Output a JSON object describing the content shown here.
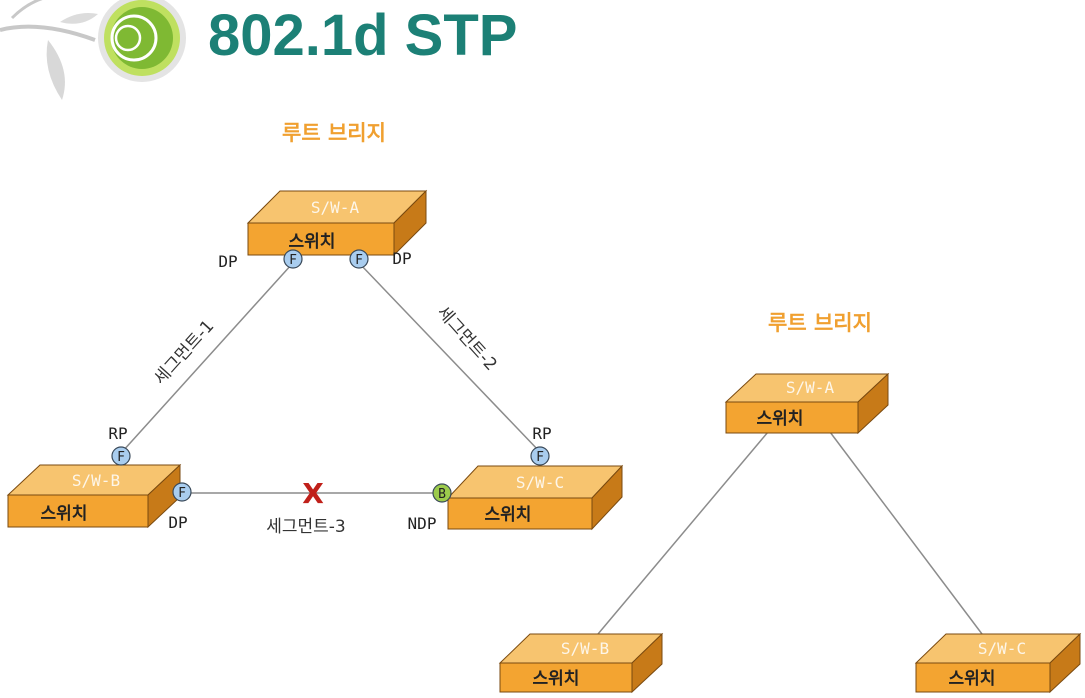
{
  "slide": {
    "title": "802.1d STP"
  },
  "left": {
    "root_label": "루트 브리지",
    "switches": {
      "a": {
        "name": "S/W-A",
        "label": "스위치"
      },
      "b": {
        "name": "S/W-B",
        "label": "스위치"
      },
      "c": {
        "name": "S/W-C",
        "label": "스위치"
      }
    },
    "ports": {
      "a_left": {
        "letter": "F",
        "role": "DP"
      },
      "a_right": {
        "letter": "F",
        "role": "DP"
      },
      "b_top": {
        "letter": "F",
        "role": "RP"
      },
      "b_right": {
        "letter": "F",
        "role": "DP"
      },
      "c_top": {
        "letter": "F",
        "role": "RP"
      },
      "c_left": {
        "letter": "B",
        "role": "NDP"
      }
    },
    "segments": {
      "s1": "세그먼트-1",
      "s2": "세그먼트-2",
      "s3": "세그먼트-3"
    },
    "blocked_mark": "X"
  },
  "right": {
    "root_label": "루트 브리지",
    "switches": {
      "a": {
        "name": "S/W-A",
        "label": "스위치"
      },
      "b": {
        "name": "S/W-B",
        "label": "스위치"
      },
      "c": {
        "name": "S/W-C",
        "label": "스위치"
      }
    }
  },
  "colors": {
    "title": "#1c8076",
    "root_label": "#f0a030",
    "switch_front": "#f3a431",
    "switch_top": "#f7c46f",
    "switch_side": "#c77a18",
    "port_forward": "#a9cdef",
    "port_blocked": "#9ccb4c",
    "blocked_x": "#c0201a",
    "link": "#8c8c8c"
  }
}
